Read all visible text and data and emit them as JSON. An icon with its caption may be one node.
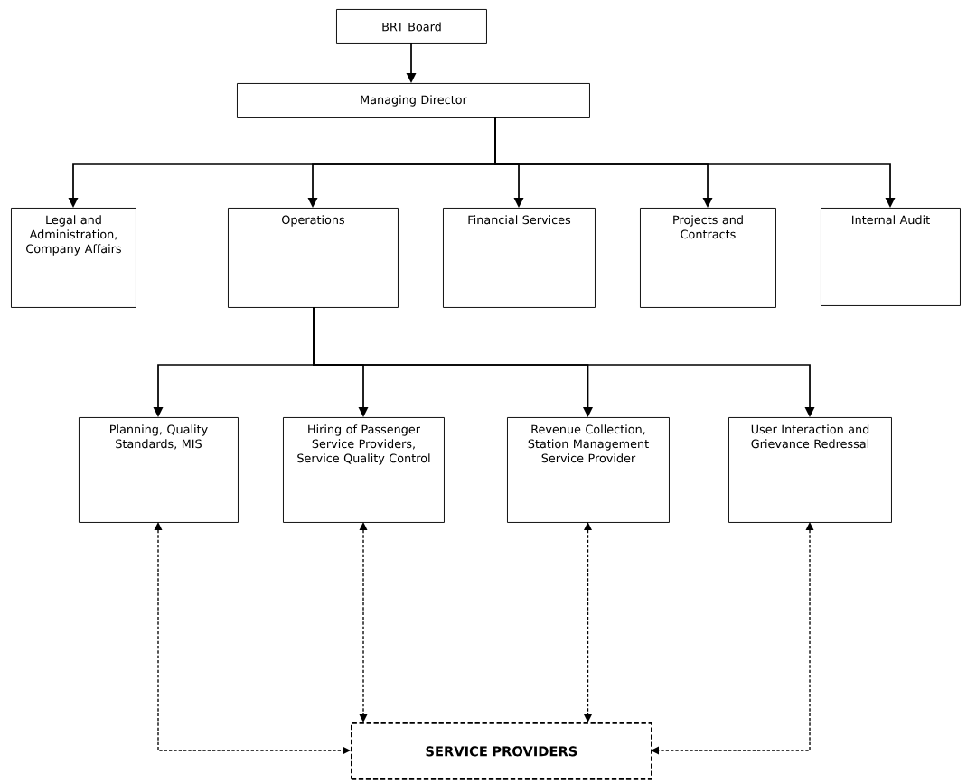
{
  "diagram": {
    "nodes": [
      {
        "text": [
          "BRT Board"
        ]
      },
      {
        "text": [
          "Managing Director"
        ]
      },
      {
        "text": [
          "Legal and Administration, Company Affairs"
        ]
      },
      {
        "text": [
          "Operations"
        ]
      },
      {
        "text": [
          "Financial Services"
        ]
      },
      {
        "text": [
          "Projects and Contracts"
        ]
      },
      {
        "text": [
          "Internal Audit"
        ]
      },
      {
        "text": [
          "Planning, Quality Standards, MIS"
        ]
      },
      {
        "text": [
          "Hiring of Passenger Service Providers, Service Quality Control"
        ]
      },
      {
        "text": [
          "Revenue Collection, Station Management Service Provider"
        ]
      },
      {
        "text": [
          "User Interaction and Grievance Redressal"
        ]
      },
      {
        "text": [
          "SERVICE PROVIDERS"
        ]
      }
    ],
    "edges": [
      {
        "from": 0,
        "to": 1,
        "arrow": "to"
      },
      {
        "from": 1,
        "to": 2,
        "arrow": "to"
      },
      {
        "from": 1,
        "to": 3,
        "arrow": "to"
      },
      {
        "from": 1,
        "to": 4,
        "arrow": "to"
      },
      {
        "from": 1,
        "to": 5,
        "arrow": "to"
      },
      {
        "from": 1,
        "to": 6,
        "arrow": "to"
      },
      {
        "from": 3,
        "to": 7,
        "arrow": "to"
      },
      {
        "from": 3,
        "to": 8,
        "arrow": "to"
      },
      {
        "from": 3,
        "to": 9,
        "arrow": "to"
      },
      {
        "from": 3,
        "to": 10,
        "arrow": "to"
      },
      {
        "from": 7,
        "to": 11,
        "arrow": "both",
        "style": "dashed"
      },
      {
        "from": 8,
        "to": 11,
        "arrow": "both",
        "style": "dashed"
      },
      {
        "from": 9,
        "to": 11,
        "arrow": "both",
        "style": "dashed"
      },
      {
        "from": 10,
        "to": 11,
        "arrow": "both",
        "style": "dashed"
      }
    ]
  }
}
